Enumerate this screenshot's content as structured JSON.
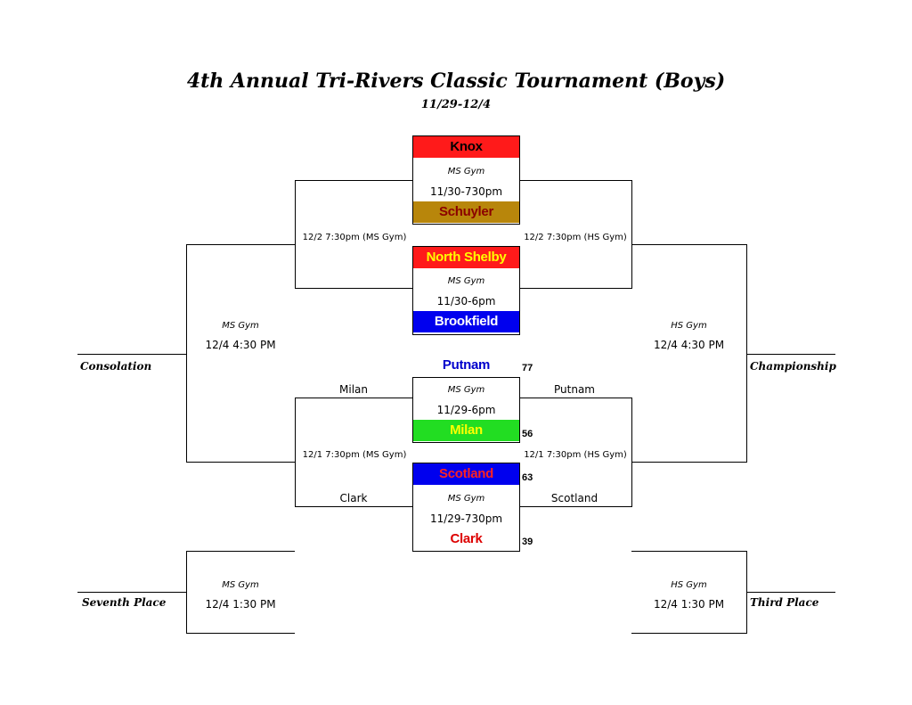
{
  "header": {
    "title": "4th Annual Tri-Rivers Classic Tournament (Boys)",
    "dates": "11/29-12/4"
  },
  "games": {
    "g1": {
      "venue": "MS Gym",
      "time": "11/30-730pm",
      "top_team": "Knox",
      "bottom_team": "Schuyler"
    },
    "g2": {
      "venue": "MS Gym",
      "time": "11/30-6pm",
      "top_team": "North Shelby",
      "bottom_team": "Brookfield"
    },
    "g3": {
      "venue": "MS Gym",
      "time": "11/29-6pm",
      "top_team": "Putnam",
      "bottom_team": "Milan",
      "top_score": "77",
      "bottom_score": "56"
    },
    "g4": {
      "venue": "MS Gym",
      "time": "11/29-730pm",
      "top_team": "Scotland",
      "bottom_team": "Clark",
      "top_score": "63",
      "bottom_score": "39"
    }
  },
  "round2": {
    "upper_left": "12/2 7:30pm (MS Gym)",
    "upper_right": "12/2 7:30pm (HS Gym)",
    "lower_left": "12/1 7:30pm (MS Gym)",
    "lower_right": "12/1 7:30pm (HS Gym)",
    "lower_left_top_team": "Milan",
    "lower_left_bottom_team": "Clark",
    "lower_right_top_team": "Putnam",
    "lower_right_bottom_team": "Scotland"
  },
  "finals": {
    "consolation": {
      "label": "Consolation",
      "venue": "MS Gym",
      "time": "12/4 4:30 PM"
    },
    "championship": {
      "label": "Championship",
      "venue": "HS Gym",
      "time": "12/4 4:30 PM"
    },
    "seventh": {
      "label": "Seventh Place",
      "venue": "MS Gym",
      "time": "12/4 1:30 PM"
    },
    "third": {
      "label": "Third Place",
      "venue": "HS Gym",
      "time": "12/4 1:30 PM"
    }
  },
  "colors": {
    "knox_bg": "#ff1a1a",
    "knox_fg": "#000000",
    "schuyler_bg": "#b8860b",
    "schuyler_fg": "#8b0000",
    "north_shelby_bg": "#ff1a1a",
    "north_shelby_fg": "#ffff00",
    "brookfield_bg": "#0000ee",
    "brookfield_fg": "#ffffff",
    "putnam_fg": "#0000cc",
    "milan_bg": "#22dd22",
    "milan_fg": "#ffff00",
    "scotland_bg": "#0000ee",
    "scotland_fg": "#ff2222",
    "clark_fg": "#dd0000"
  }
}
